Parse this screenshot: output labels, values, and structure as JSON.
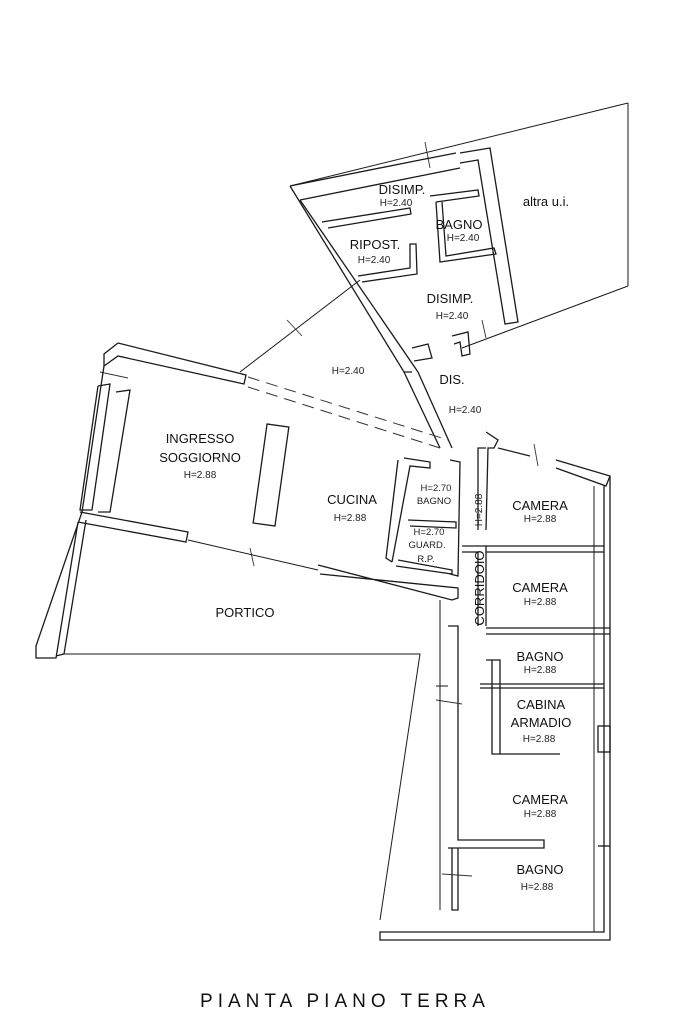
{
  "title": "PIANTA PIANO TERRA",
  "rooms": {
    "disimp_top": {
      "name": "DISIMP.",
      "height": "H=2.40"
    },
    "bagno_top": {
      "name": "BAGNO",
      "height": "H=2.40"
    },
    "altra": {
      "name": "altra u.i."
    },
    "ripost": {
      "name": "RIPOST.",
      "height": "H=2.40"
    },
    "disimp_mid": {
      "name": "DISIMP.",
      "height": "H=2.40"
    },
    "open_area": {
      "height": "H=2.40"
    },
    "dis": {
      "name": "DIS.",
      "height": "H=2.40"
    },
    "soggiorno": {
      "name_line1": "INGRESSO",
      "name_line2": "SOGGIORNO",
      "height": "H=2.88"
    },
    "cucina": {
      "name": "CUCINA",
      "height": "H=2.88"
    },
    "bagno_small": {
      "height": "H=2.70",
      "name": "BAGNO"
    },
    "guard": {
      "height": "H=2.70",
      "name": "GUARD.",
      "extra": "R.P."
    },
    "corridoio": {
      "name": "CORRIDOIO",
      "height": "H=2.88"
    },
    "camera1": {
      "name": "CAMERA",
      "height": "H=2.88"
    },
    "camera2": {
      "name": "CAMERA",
      "height": "H=2.88"
    },
    "bagno_right": {
      "name": "BAGNO",
      "height": "H=2.88"
    },
    "cabina": {
      "name_line1": "CABINA",
      "name_line2": "ARMADIO",
      "height": "H=2.88"
    },
    "camera3": {
      "name": "CAMERA",
      "height": "H=2.88"
    },
    "bagno_bottom": {
      "name": "BAGNO",
      "height": "H=2.88"
    },
    "portico": {
      "name": "PORTICO"
    }
  }
}
